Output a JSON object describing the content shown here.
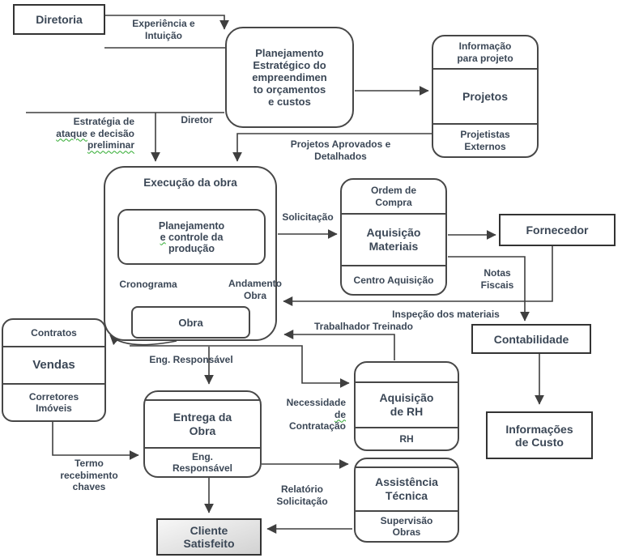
{
  "colors": {
    "line": "#3f3f3f",
    "text": "#3b4756",
    "box_border": "#474747",
    "squiggle": "#2eaa2e",
    "client_gradient_start": "#f7f7f7",
    "client_gradient_end": "#d2d2d2",
    "background": "#ffffff"
  },
  "nodes": {
    "diretoria": {
      "label": "Diretoria"
    },
    "planejamento": {
      "label": "Planejamento\nEstratégico do\nempreendimen\nto orçamentos\ne custos"
    },
    "projetos": {
      "top": "Informação\npara projeto",
      "middle": "Projetos",
      "bottom": "Projetistas\nExternos"
    },
    "execucao": {
      "title": "Execução da obra",
      "inner": {
        "l1": "Planejamento",
        "l2a": "e",
        "l2b": " controle da",
        "l3": "produção"
      },
      "obra": "Obra"
    },
    "aquisicao_materiais": {
      "top": "Ordem de\nCompra",
      "middle": "Aquisição\nMateriais",
      "bottom": "Centro Aquisição"
    },
    "fornecedor": {
      "label": "Fornecedor"
    },
    "contabilidade": {
      "label": "Contabilidade"
    },
    "informacoes_custo": {
      "label": "Informações\nde Custo"
    },
    "vendas": {
      "top": "Contratos",
      "middle": "Vendas",
      "bottom": "Corretores\nImóveis"
    },
    "entrega": {
      "middle": "Entrega da\nObra",
      "bottom": "Eng.\nResponsável"
    },
    "aquisicao_rh": {
      "middle": "Aquisição\nde RH",
      "bottom": "RH"
    },
    "assistencia": {
      "middle": "Assistência\nTécnica",
      "bottom": "Supervisão\nObras"
    },
    "cliente": {
      "label": "Cliente\nSatisfeito"
    }
  },
  "edge_labels": {
    "experiencia": "Experiência e\nIntuição",
    "estrategia": {
      "l1": "Estratégia de",
      "l2a": "ataque",
      "l2b": " e decisão",
      "l3": "preliminar"
    },
    "diretor": "Diretor",
    "projetos_aprovados": "Projetos Aprovados e\nDetalhados",
    "solicitacao": "Solicitação",
    "cronograma": "Cronograma",
    "andamento_obra": "Andamento\nObra",
    "notas_fiscais": "Notas\nFiscais",
    "inspecao": "Inspeção dos materiais",
    "trabalhador": "Trabalhador Treinado",
    "eng_responsavel": "Eng. Responsável",
    "necessidade": {
      "l1": "Necessidade",
      "l2": "de",
      "l3": "Contratação"
    },
    "termo": "Termo\nrecebimento\nchaves",
    "relatorio": "Relatório\nSolicitação"
  }
}
